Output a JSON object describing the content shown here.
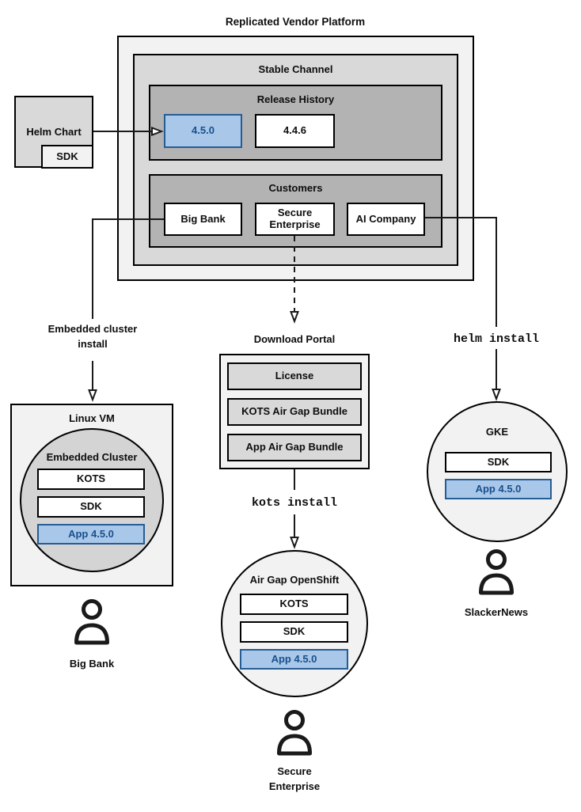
{
  "title": "Replicated Vendor Platform",
  "platform": {
    "stable_channel_label": "Stable Channel",
    "release_history": {
      "label": "Release History",
      "releases": [
        {
          "version": "4.5.0",
          "highlighted": true
        },
        {
          "version": "4.4.6",
          "highlighted": false
        }
      ]
    },
    "customers": {
      "label": "Customers",
      "names": [
        "Big Bank",
        "Secure Enterprise",
        "AI Company"
      ]
    }
  },
  "helm_chart": {
    "label": "Helm Chart",
    "sdk": "SDK"
  },
  "arrows": {
    "embedded_cluster_install": "Embedded cluster install",
    "helm_install": "helm install",
    "kots_install": "kots install"
  },
  "download_portal": {
    "label": "Download Portal",
    "items": [
      "License",
      "KOTS Air Gap Bundle",
      "App Air Gap Bundle"
    ]
  },
  "linux_vm": {
    "label": "Linux VM",
    "embedded_cluster": {
      "label": "Embedded Cluster",
      "components": [
        "KOTS",
        "SDK",
        "App 4.5.0"
      ]
    },
    "user": "Big Bank"
  },
  "air_gap_openshift": {
    "label": "Air Gap OpenShift",
    "components": [
      "KOTS",
      "SDK",
      "App 4.5.0"
    ],
    "user": "Secure Enterprise"
  },
  "gke": {
    "label": "GKE",
    "components": [
      "SDK",
      "App 4.5.0"
    ],
    "user": "SlackerNews"
  },
  "colors": {
    "highlight_fill": "#a9c7e8",
    "highlight_border": "#265c94",
    "highlight_text": "#17508c",
    "outer_gray": "#f2f2f2",
    "mid_gray": "#d9d9d9",
    "inner_gray": "#b3b3b3"
  }
}
